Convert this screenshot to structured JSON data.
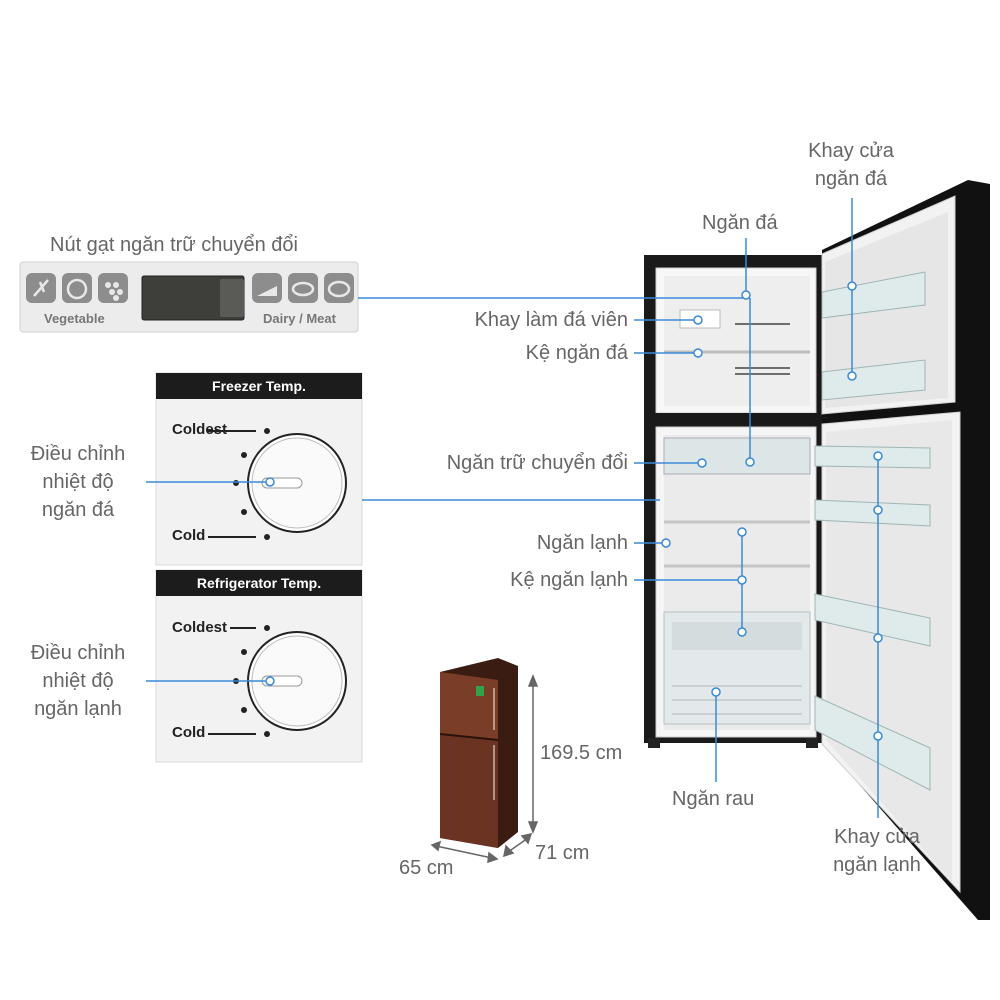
{
  "switch_panel": {
    "title": "Nút gạt ngăn trữ chuyển đổi",
    "left_label": "Vegetable",
    "right_label": "Dairy / Meat"
  },
  "freezer_dial": {
    "header": "Freezer Temp.",
    "coldest": "Coldest",
    "cold": "Cold",
    "callout": [
      "Điều chỉnh",
      "nhiệt độ",
      "ngăn đá"
    ]
  },
  "fridge_dial": {
    "header": "Refrigerator Temp.",
    "coldest": "Coldest",
    "cold": "Cold",
    "callout": [
      "Điều chỉnh",
      "nhiệt độ",
      "ngăn lạnh"
    ]
  },
  "labels": {
    "freezer_door_tray": [
      "Khay cửa",
      "ngăn đá"
    ],
    "freezer": "Ngăn đá",
    "ice_tray": "Khay làm đá viên",
    "freezer_shelf": "Kệ ngăn đá",
    "convertible_drawer": "Ngăn trữ chuyển đổi",
    "fridge": "Ngăn lạnh",
    "fridge_shelf": "Kệ ngăn lạnh",
    "vegetable_drawer": "Ngăn rau",
    "fridge_door_tray": [
      "Khay cửa",
      "ngăn lạnh"
    ]
  },
  "dimensions": {
    "height": "169.5 cm",
    "depth": "71 cm",
    "width": "65 cm"
  },
  "colors": {
    "callout_line": "#3a8ad6",
    "fridge_body": "#1a1a1a",
    "fridge_brown": "#5a2a1a"
  }
}
